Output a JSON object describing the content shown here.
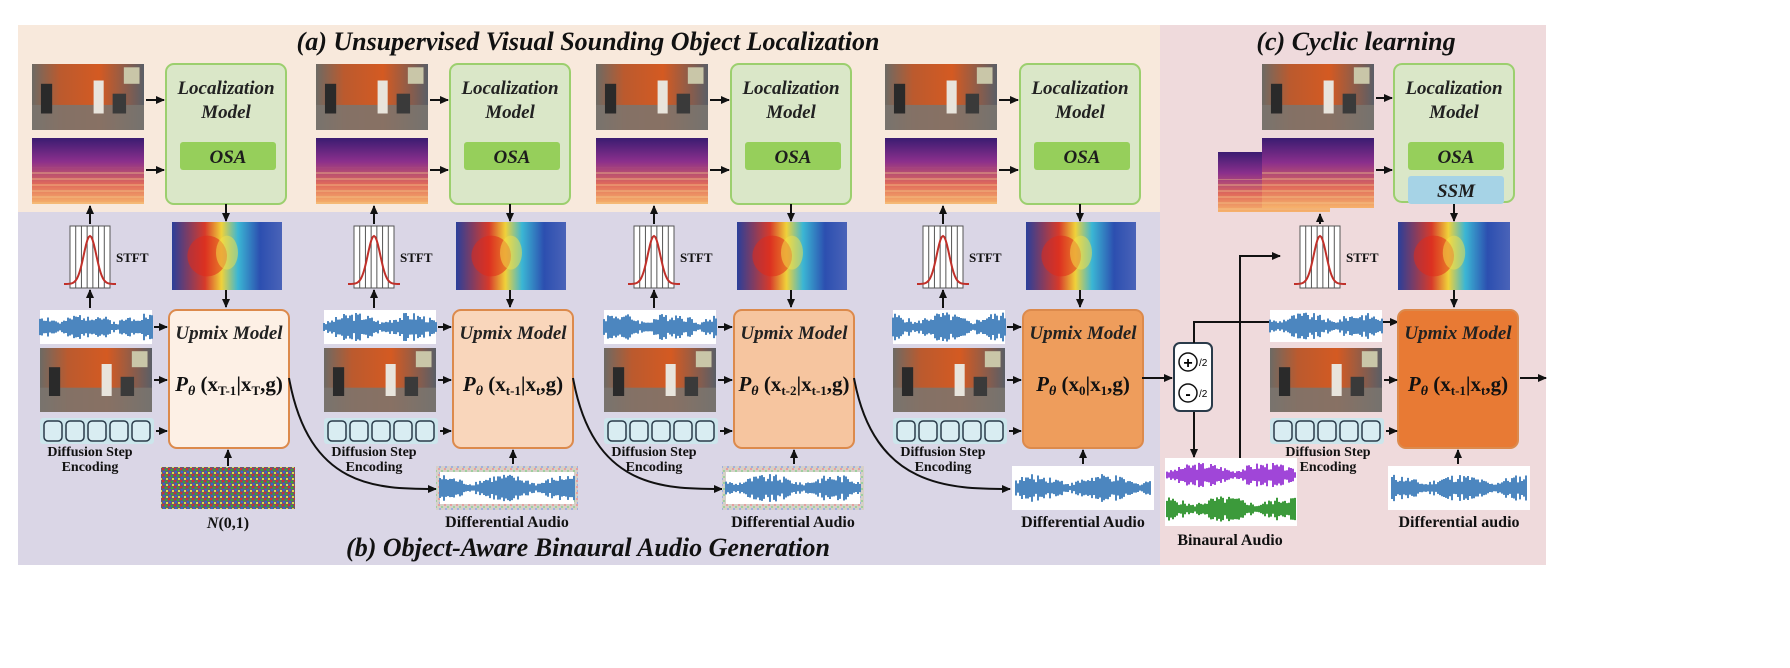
{
  "titles": {
    "localization": "(a) Unsupervised Visual Sounding Object Localization",
    "generation": "(b) Object-Aware Binaural Audio Generation",
    "cyclic": "(c) Cyclic learning"
  },
  "localization_model_label": "Localization Model",
  "osa_label": "OSA",
  "ssm_label": "SSM",
  "upmix_model_label": "Upmix Model",
  "stft_label": "STFT",
  "diffusion_step_label": "Diffusion Step Encoding",
  "equations": [
    {
      "pre": "(x",
      "sub1": "T-1",
      "mid": "|x",
      "sub2": "T",
      "post": ",g)"
    },
    {
      "pre": "(x",
      "sub1": "t-1",
      "mid": "|x",
      "sub2": "t",
      "post": ",g)"
    },
    {
      "pre": "(x",
      "sub1": "t-2",
      "mid": "|x",
      "sub2": "t-1",
      "post": ",g)"
    },
    {
      "pre": "(x",
      "sub1": "0",
      "mid": "|x",
      "sub2": "1",
      "post": ",g)"
    },
    {
      "pre": "(x",
      "sub1": "t-1",
      "mid": "|x",
      "sub2": "t",
      "post": ",g)"
    }
  ],
  "p_theta": "P",
  "theta": "θ",
  "noise_label_n": "N",
  "noise_label_rest": "(0,1)",
  "differential_audio_labels": [
    "Differential Audio",
    "Differential Audio",
    "Differential Audio",
    "Differential audio"
  ],
  "binaural_audio_label": "Binaural Audio",
  "combine_ops": {
    "plus": "+",
    "minus": "-",
    "div": "/2"
  },
  "colors": {
    "panel_a": "#f8e9dc",
    "panel_b": "#dad6e6",
    "panel_c": "#efdadc",
    "loc_box": "#dae7c8",
    "osa": "#96cf5b",
    "ssm": "#a6d3e6",
    "upmix_shades": [
      "#fdf0e5",
      "#f9d6bb",
      "#f6c59f",
      "#ee9d5c",
      "#e87a34"
    ],
    "stroke_orange": "#dc8a4c",
    "waveform": "#4c86bf",
    "bin_top": "#a046d8",
    "bin_bottom": "#3c9a3b"
  }
}
